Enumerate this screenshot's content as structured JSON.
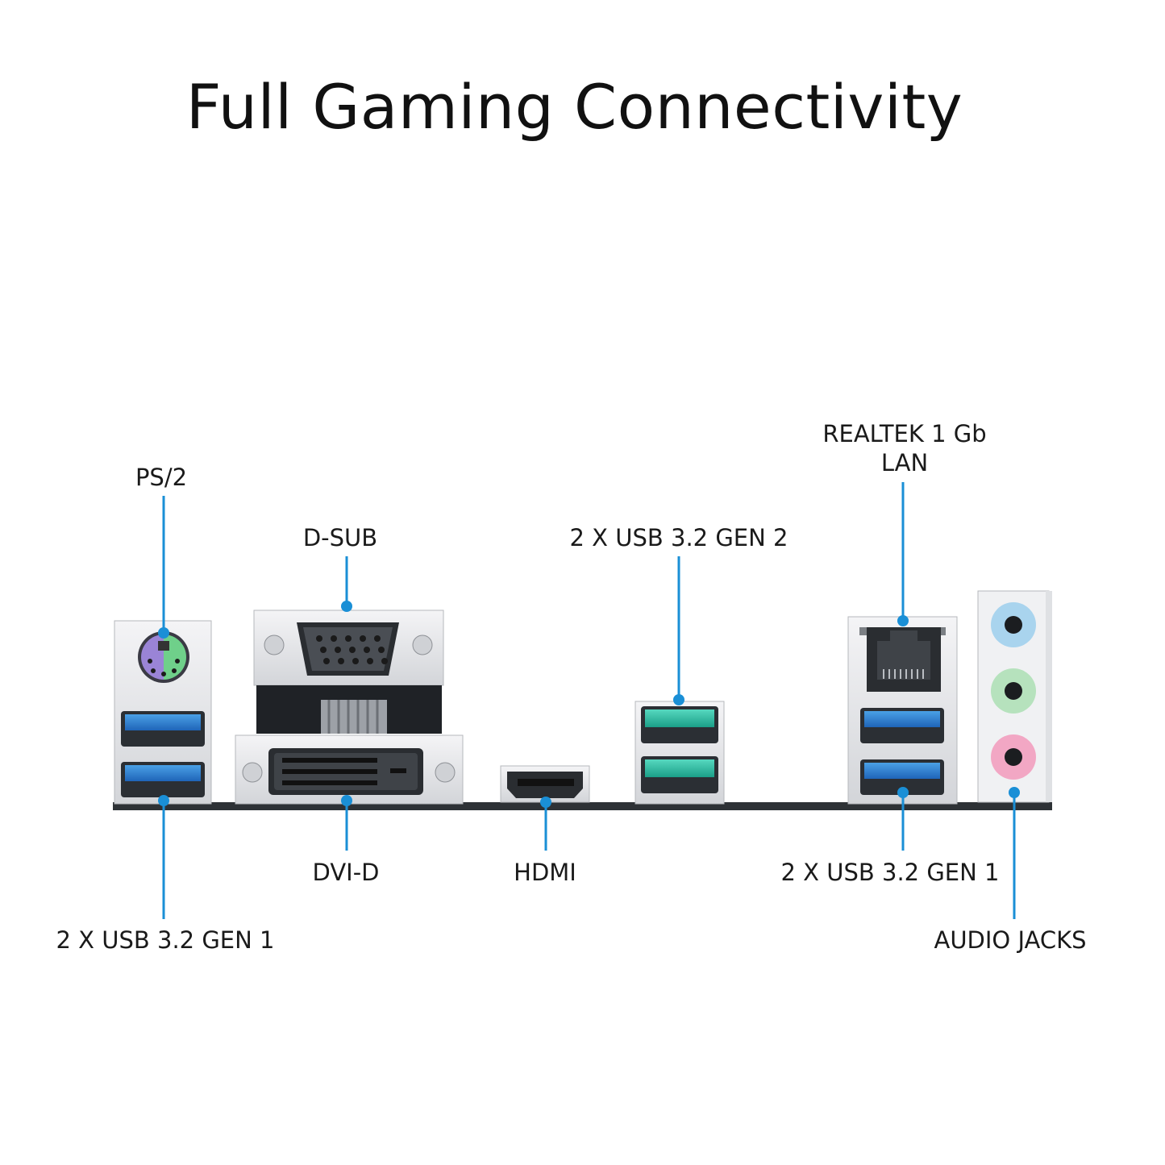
{
  "title": "Full Gaming Connectivity",
  "labels": {
    "ps2": "PS/2",
    "dsub": "D-SUB",
    "usb_gen2": "2 X USB 3.2 GEN 2",
    "lan_line1": "REALTEK 1 Gb",
    "lan_line2": "LAN",
    "usb_gen1_left": "2 X USB 3.2 GEN 1",
    "dvid": "DVI-D",
    "hdmi": "HDMI",
    "usb_gen1_right": "2 X USB 3.2 GEN 1",
    "audio": "AUDIO JACKS"
  },
  "colors": {
    "callout": "#1a8fd6",
    "usb_gen1": "#2f7fd0",
    "usb_gen2": "#2fbfa3",
    "audio_blue": "#a9d4ee",
    "audio_green": "#b6e2bd",
    "audio_pink": "#f2a7c4",
    "ps2_purple": "#9a84d6",
    "ps2_green": "#6fd08a"
  }
}
